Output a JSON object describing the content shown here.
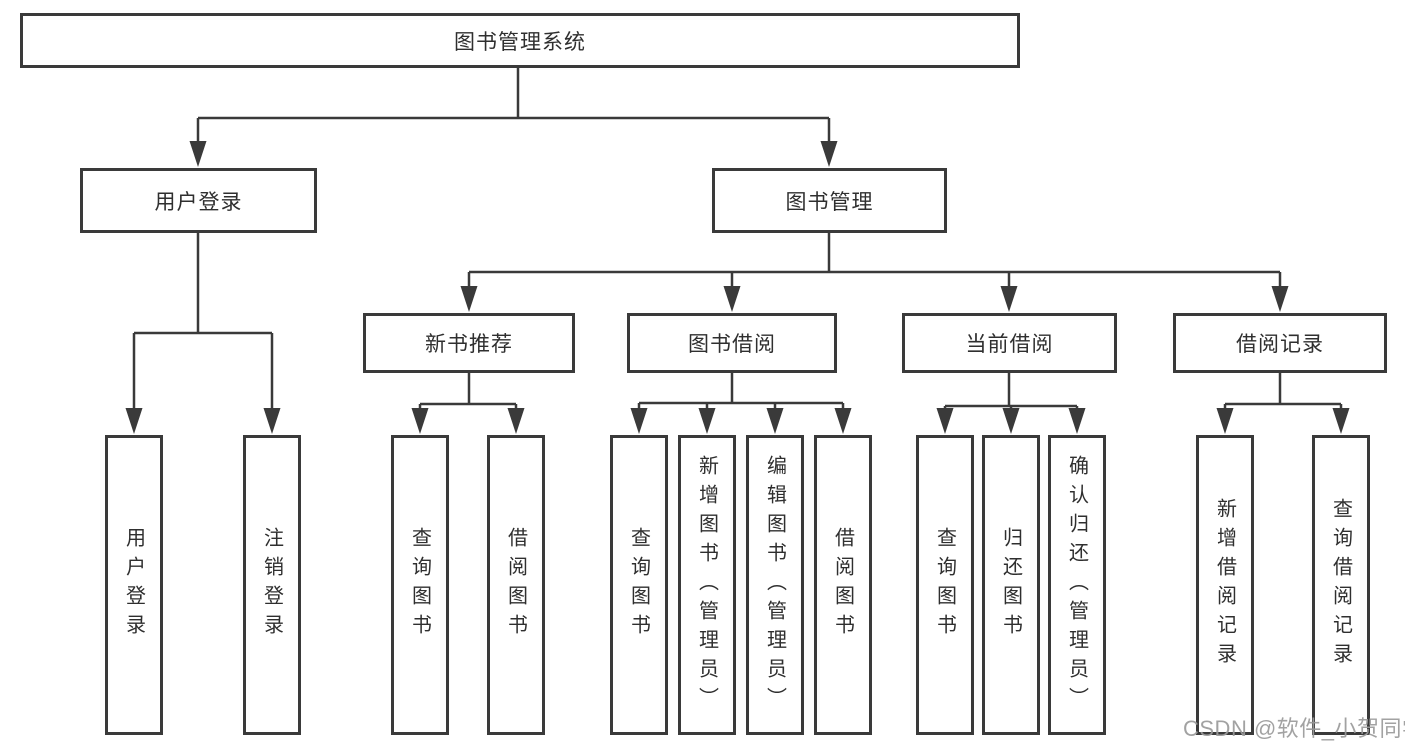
{
  "tree": {
    "root": {
      "label": "图书管理系统"
    },
    "branches": [
      {
        "label": "用户登录",
        "children": [
          {
            "label": "用户登录"
          },
          {
            "label": "注销登录"
          }
        ]
      },
      {
        "label": "图书管理",
        "children": [
          {
            "label": "新书推荐",
            "children": [
              {
                "label": "查询图书"
              },
              {
                "label": "借阅图书"
              }
            ]
          },
          {
            "label": "图书借阅",
            "children": [
              {
                "label": "查询图书"
              },
              {
                "label": "新增图书（管理员）"
              },
              {
                "label": "编辑图书（管理员）"
              },
              {
                "label": "借阅图书"
              }
            ]
          },
          {
            "label": "当前借阅",
            "children": [
              {
                "label": "查询图书"
              },
              {
                "label": "归还图书"
              },
              {
                "label": "确认归还（管理员）"
              }
            ]
          },
          {
            "label": "借阅记录",
            "children": [
              {
                "label": "新增借阅记录"
              },
              {
                "label": "查询借阅记录"
              }
            ]
          }
        ]
      }
    ]
  },
  "watermark": {
    "text": "CSDN @软件_小贺同学",
    "color": "#9b9b9b"
  },
  "colors": {
    "line": "#3a3a3a",
    "box_border": "#3a3a3a",
    "text": "#2f2f2f",
    "background": "#ffffff"
  }
}
